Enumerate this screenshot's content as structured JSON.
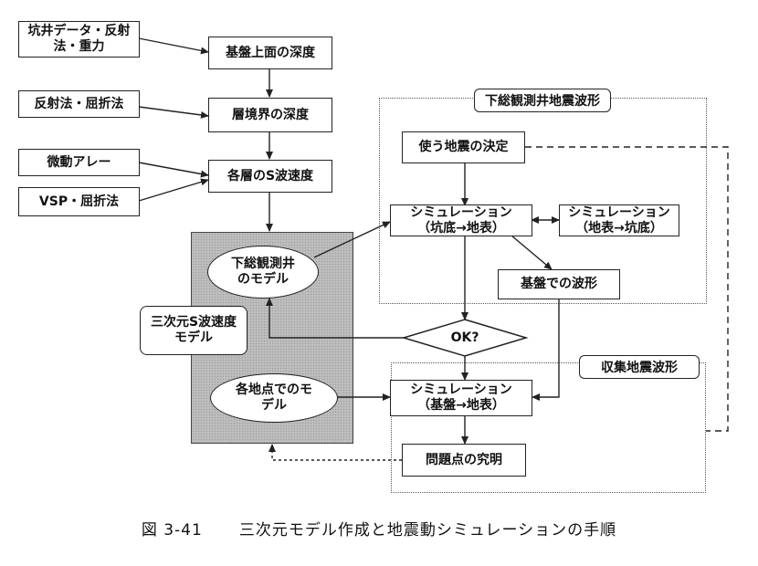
{
  "nodes": {
    "kosei": "坑井データ・反射\n法・重力",
    "kiban_depth": "基盤上面の深度",
    "hansha": "反射法・屈折法",
    "sokyo_depth": "層境界の深度",
    "bido": "微動アレー",
    "vsp": "VSP・屈折法",
    "s_velocity": "各層のS波速度",
    "shimofusa_model": "下総観測井\nのモデル",
    "sanjigen": "三次元S波速度\nモデル",
    "kakuchiten_model": "各地点でのモ\nデル",
    "tsukau_jishin": "使う地震の決定",
    "sim_kotei": "シミュレーション\n（坑底→地表）",
    "sim_chihyo": "シミュレーション\n（地表→坑底）",
    "kiban_hakei": "基盤での波形",
    "ok": "OK?",
    "sim_kiban": "シミュレーション\n（基盤→地表）",
    "mondai": "問題点の究明"
  },
  "groups": {
    "shimofusa_title": "下総観測井地震波形",
    "shushu_title": "収集地震波形"
  },
  "caption": {
    "number": "図 3-41",
    "text": "三次元モデル作成と地震動シミュレーションの手順"
  }
}
